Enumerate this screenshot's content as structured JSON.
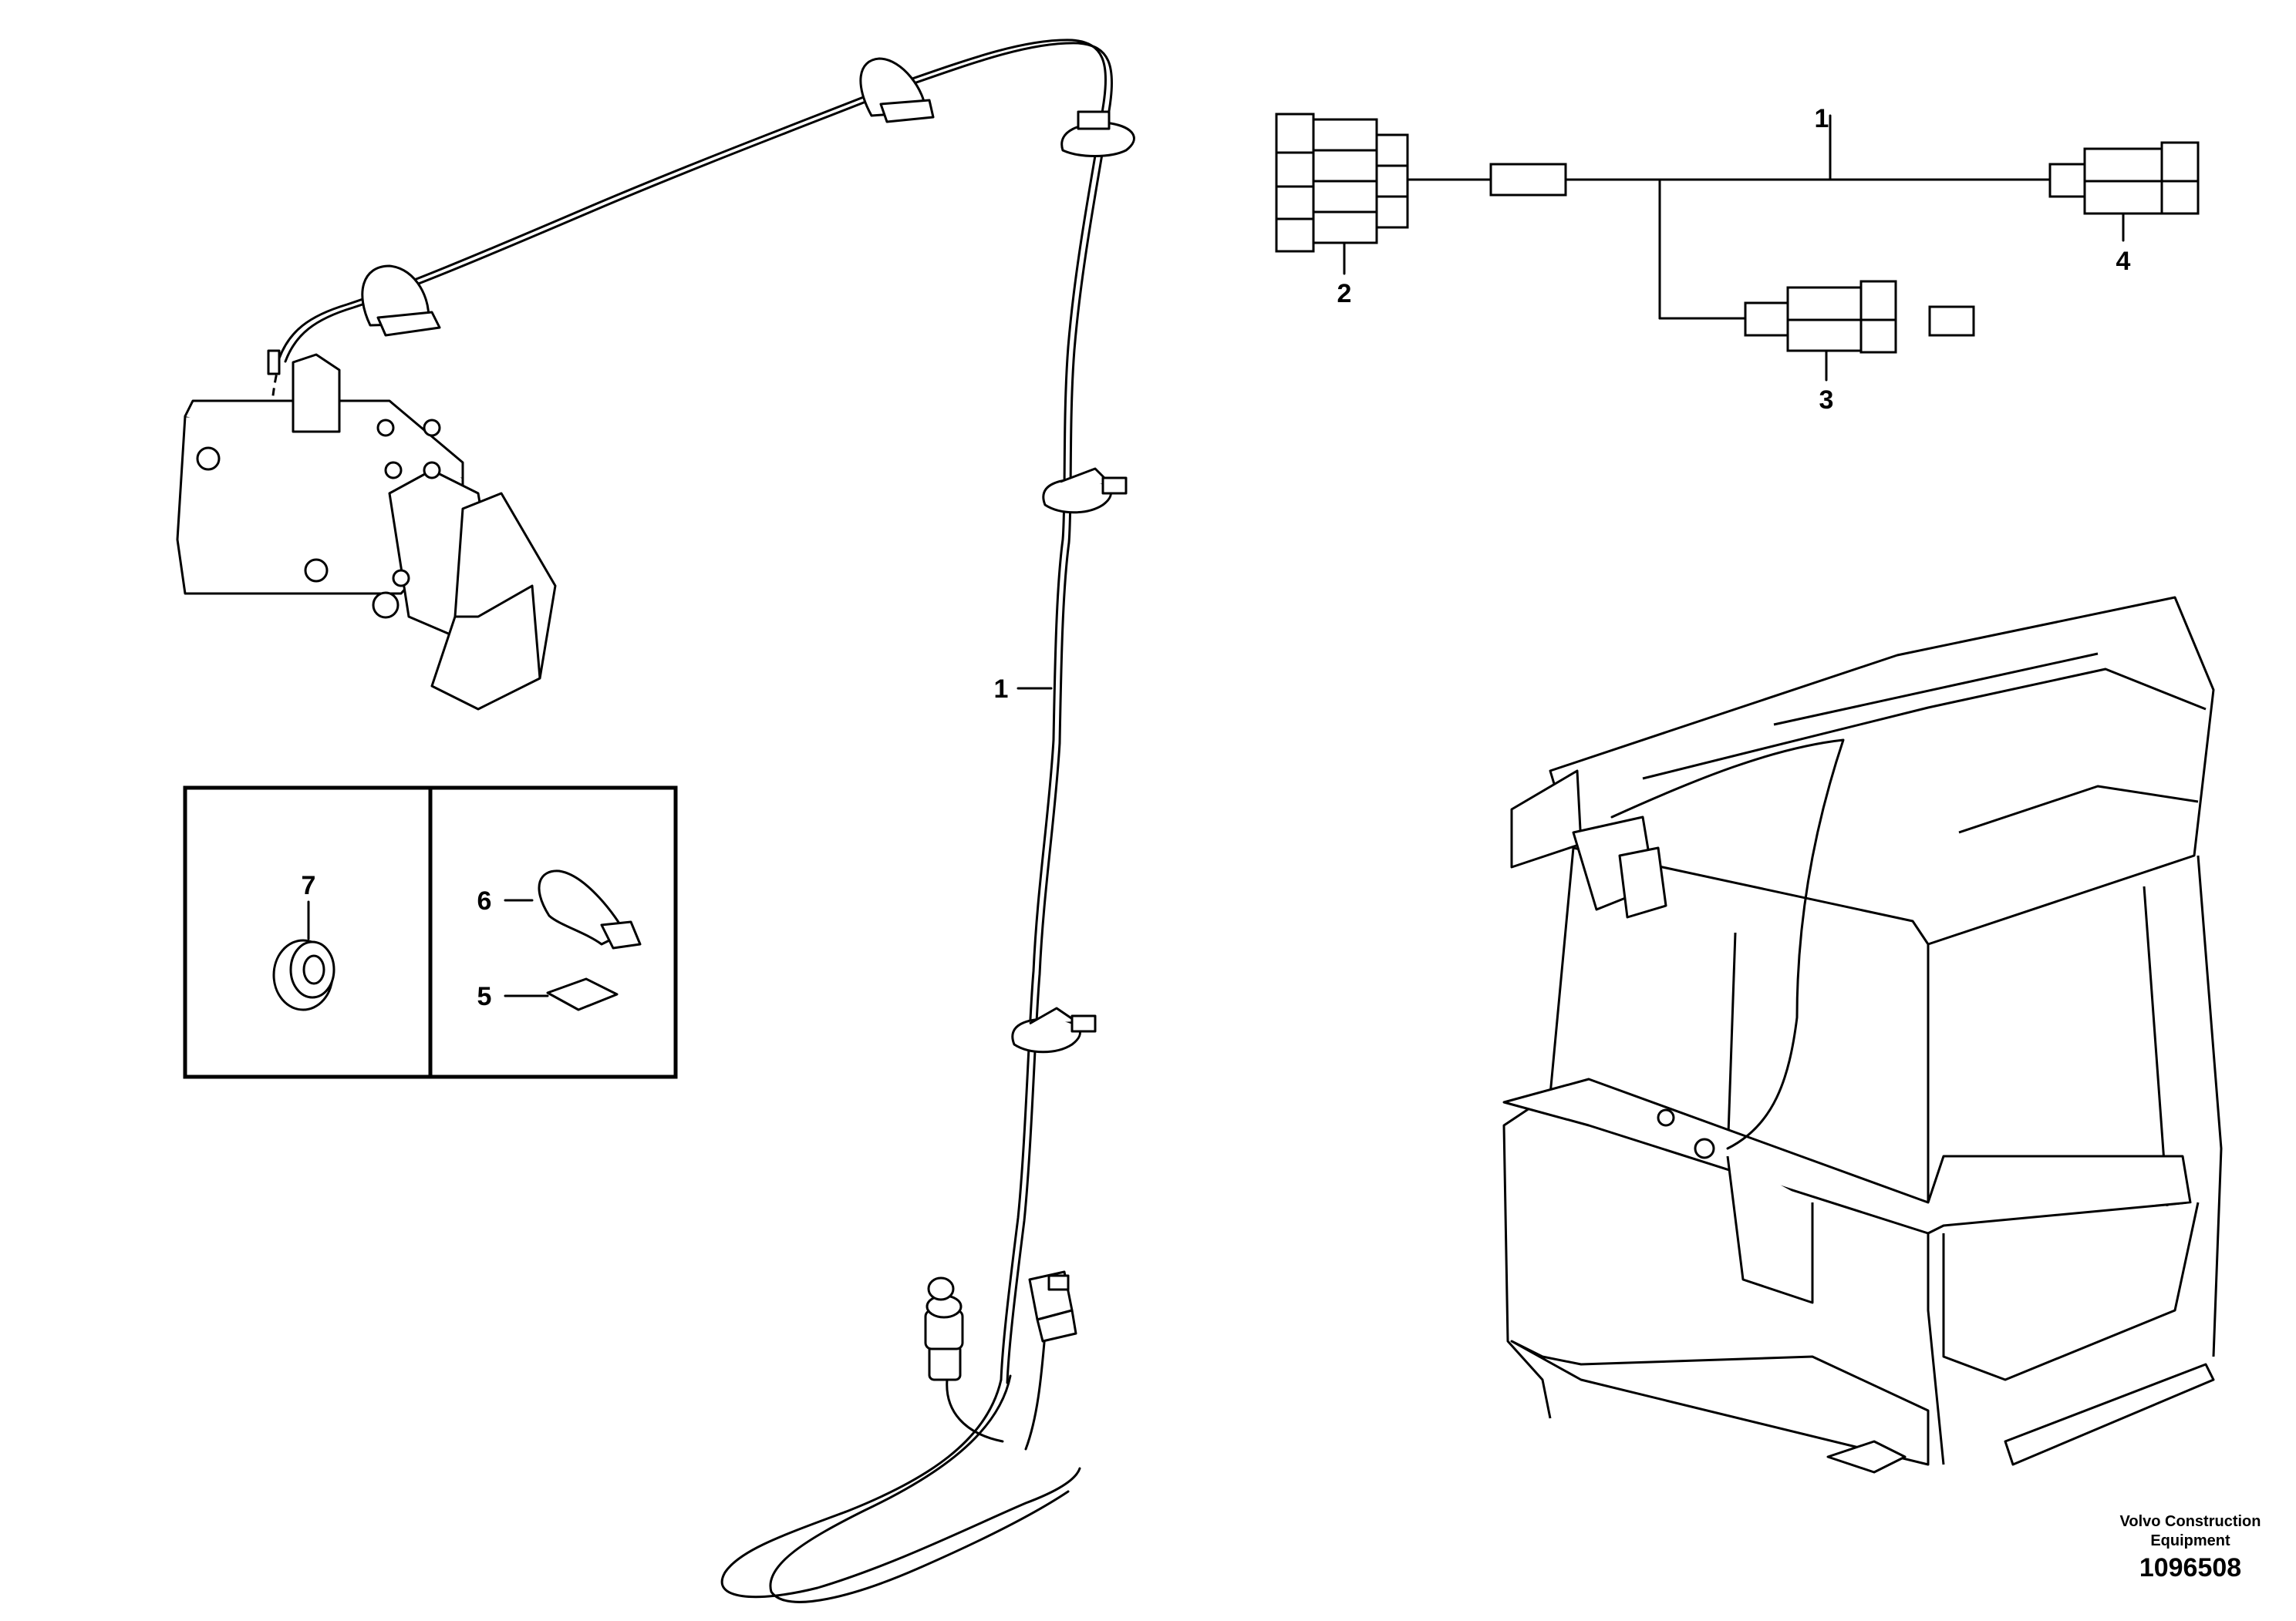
{
  "callouts": {
    "harness_main": "1",
    "schematic_harness": "1",
    "connector_2": "2",
    "connector_3": "3",
    "connector_4": "4",
    "clip_5": "5",
    "strap_6": "6",
    "grommet_7": "7"
  },
  "footer": {
    "company_line1": "Volvo Construction",
    "company_line2": "Equipment",
    "drawing_number": "1096508"
  }
}
